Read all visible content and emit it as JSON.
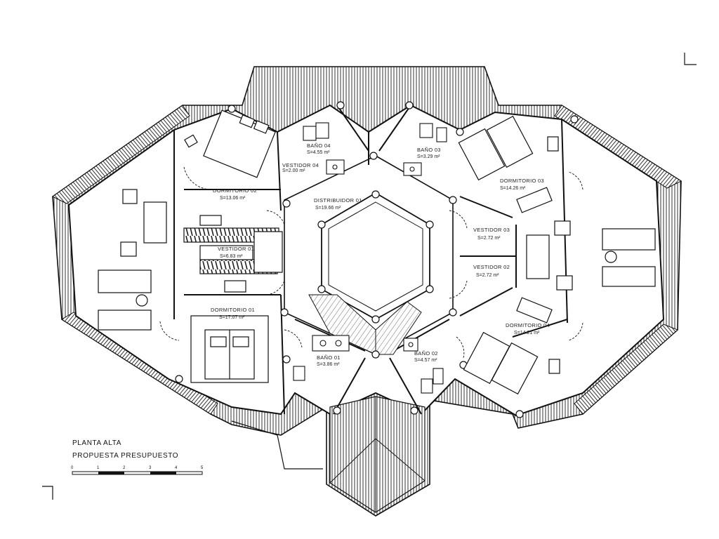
{
  "plan": {
    "title": "PLANTA ALTA",
    "subtitle": "PROPUESTA PRESUPUESTO",
    "scale_labels": [
      "0",
      "1",
      "2",
      "3",
      "4",
      "5"
    ]
  },
  "rooms": [
    {
      "name": "DORMITORIO 02",
      "area": "S=13.06 m²"
    },
    {
      "name": "BAÑO 04",
      "area": "S=4.55 m²"
    },
    {
      "name": "VESTIDOR 04",
      "area": "S=2.00 m²"
    },
    {
      "name": "BAÑO 03",
      "area": "S=3.29 m²"
    },
    {
      "name": "DORMITORIO 03",
      "area": "S=14.26 m²"
    },
    {
      "name": "DISTRIBUIDOR 01",
      "area": "S=19.66 m²"
    },
    {
      "name": "VESTIDOR 03",
      "area": "S=2.72 m²"
    },
    {
      "name": "VESTIDOR 01",
      "area": "S=6.83 m²"
    },
    {
      "name": "VESTIDOR 02",
      "area": "S=2.72 m²"
    },
    {
      "name": "DORMITORIO 01",
      "area": "S=17.07 m²"
    },
    {
      "name": "DORMITORIO 04",
      "area": "S=14.21 m²"
    },
    {
      "name": "BAÑO 01",
      "area": "S=3.86 m²"
    },
    {
      "name": "BAÑO 02",
      "area": "S=4.57 m²"
    }
  ]
}
